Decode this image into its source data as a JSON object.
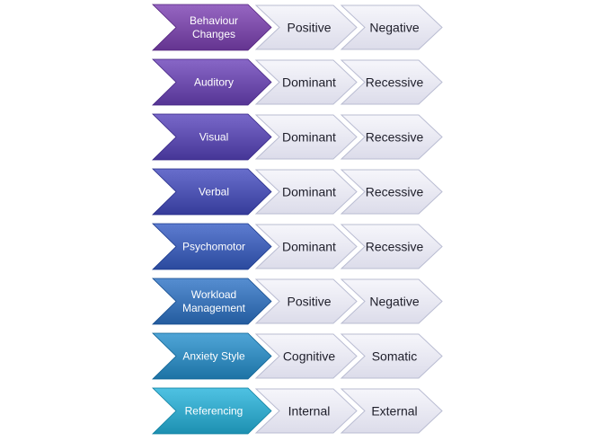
{
  "rows": [
    {
      "category": [
        "Behaviour",
        "Changes"
      ],
      "options": [
        "Positive",
        "Negative"
      ],
      "color": "#7a4aa6"
    },
    {
      "category": [
        "Auditory"
      ],
      "options": [
        "Dominant",
        "Recessive"
      ],
      "color": "#6c4bab"
    },
    {
      "category": [
        "Visual"
      ],
      "options": [
        "Dominant",
        "Recessive"
      ],
      "color": "#5c4cad"
    },
    {
      "category": [
        "Verbal"
      ],
      "options": [
        "Dominant",
        "Recessive"
      ],
      "color": "#4c52b0"
    },
    {
      "category": [
        "Psychomotor"
      ],
      "options": [
        "Dominant",
        "Recessive"
      ],
      "color": "#4160b4"
    },
    {
      "category": [
        "Workload",
        "Management"
      ],
      "options": [
        "Positive",
        "Negative"
      ],
      "color": "#3a72b5"
    },
    {
      "category": [
        "Anxiety Style"
      ],
      "options": [
        "Cognitive",
        "Somatic"
      ],
      "color": "#3389bb"
    },
    {
      "category": [
        "Referencing"
      ],
      "options": [
        "Internal",
        "External"
      ],
      "color": "#33a6c7"
    }
  ]
}
